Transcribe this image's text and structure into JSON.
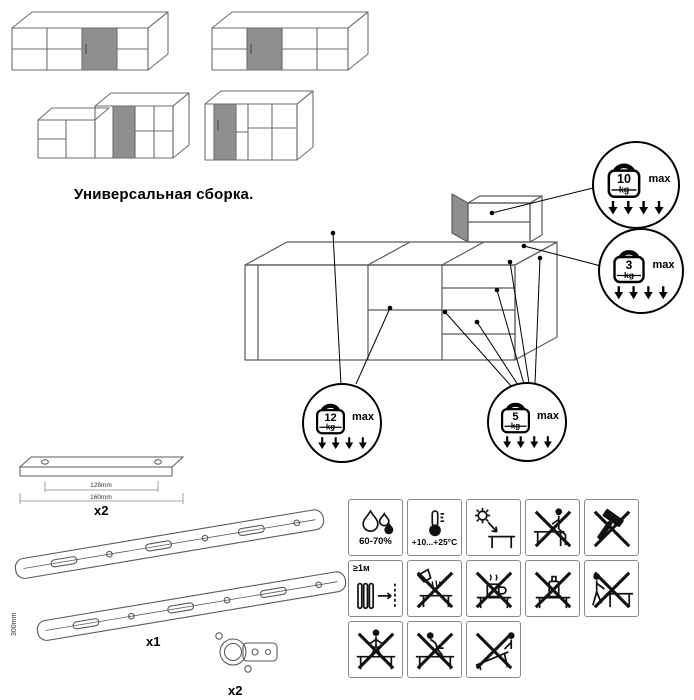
{
  "title": "Универсальная сборка.",
  "badges": {
    "b10": {
      "value": "10",
      "unit": "kg",
      "max": "max"
    },
    "b3": {
      "value": "3",
      "unit": "kg",
      "max": "max"
    },
    "b12": {
      "value": "12",
      "unit": "kg",
      "max": "max"
    },
    "b5": {
      "value": "5",
      "unit": "kg",
      "max": "max"
    }
  },
  "hardware": {
    "rail_qty": "x2",
    "rail_dim_holes": "128mm",
    "rail_dim_total": "160mm",
    "slides_qty": "x1",
    "slides_length": "300mm",
    "hinge_qty": "x2"
  },
  "care": {
    "humidity": "60-70%",
    "temperature": "+10...+25°C",
    "distance": "≥1м"
  }
}
